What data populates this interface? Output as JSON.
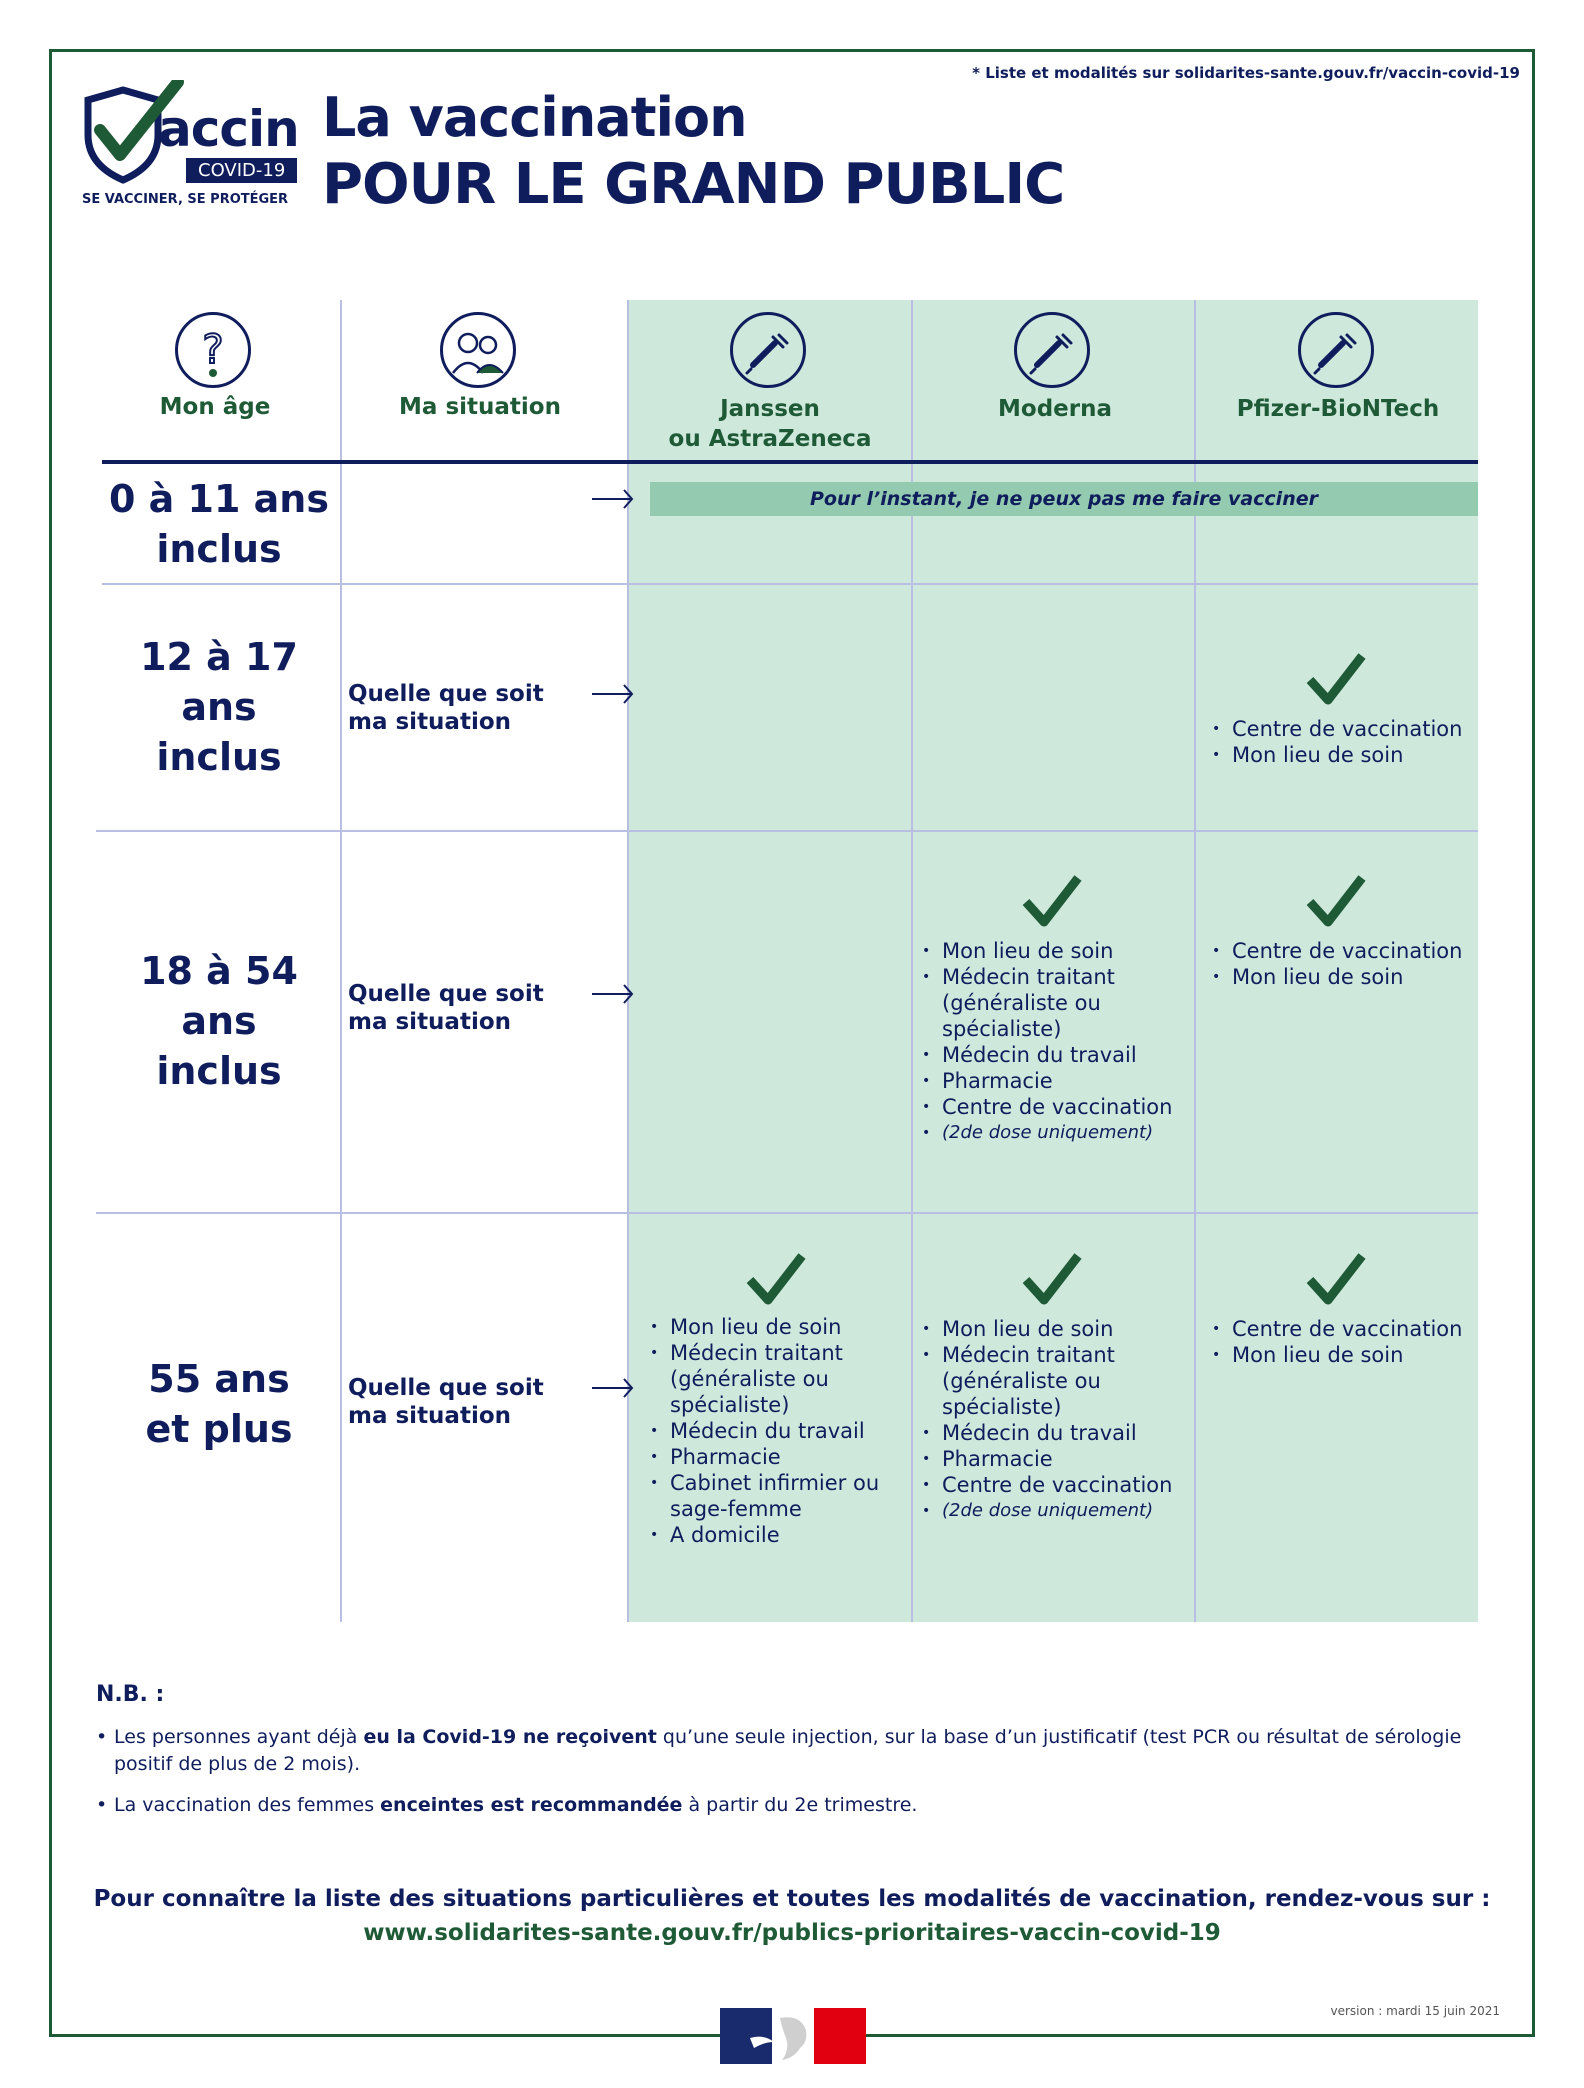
{
  "top_note": "* Liste et modalités sur solidarites-sante.gouv.fr/vaccin-covid-19",
  "logo": {
    "word": "accin",
    "badge": "COVID-19",
    "tagline": "SE VACCINER, SE PROTÉGER"
  },
  "title": {
    "line1": "La vaccination",
    "line2": "POUR LE GRAND PUBLIC"
  },
  "headers": {
    "age": "Mon âge",
    "situation": "Ma situation",
    "janssen_line1": "Janssen",
    "janssen_line2": "ou AstraZeneca",
    "moderna": "Moderna",
    "pfizer": "Pfizer-BioNTech"
  },
  "rows": [
    {
      "age_line1": "0 à 11 ans",
      "age_line2": "inclus",
      "banner": "Pour l’instant, je ne peux pas me faire vacciner"
    },
    {
      "age_line1": "12 à 17",
      "age_line2": "ans",
      "age_line3": "inclus",
      "sit_line1": "Quelle que soit",
      "sit_line2": "ma situation",
      "pfizer": [
        "Centre de vaccination",
        "Mon lieu de soin"
      ]
    },
    {
      "age_line1": "18 à 54",
      "age_line2": "ans",
      "age_line3": "inclus",
      "sit_line1": "Quelle que soit",
      "sit_line2": "ma situation",
      "moderna": [
        "Mon lieu de soin",
        "Médecin traitant (généraliste ou spécialiste)",
        "Médecin du travail",
        "Pharmacie",
        "Centre de vaccination"
      ],
      "moderna_note": "(2de dose uniquement)",
      "pfizer": [
        "Centre de vaccination",
        "Mon lieu de soin"
      ]
    },
    {
      "age_line1": "55 ans",
      "age_line2": "et plus",
      "sit_line1": "Quelle que soit",
      "sit_line2": "ma situation",
      "janssen": [
        "Mon lieu de soin",
        "Médecin traitant (généraliste ou spécialiste)",
        "Médecin du travail",
        "Pharmacie",
        "Cabinet infirmier ou sage-femme",
        "A domicile"
      ],
      "moderna": [
        "Mon lieu de soin",
        "Médecin traitant (généraliste ou spécialiste)",
        "Médecin du travail",
        "Pharmacie",
        "Centre de vaccination"
      ],
      "moderna_note": "(2de dose uniquement)",
      "pfizer": [
        "Centre de vaccination",
        "Mon lieu de soin"
      ]
    }
  ],
  "nb": {
    "title": "N.B. :",
    "item1_a": "Les personnes ayant déjà ",
    "item1_b": "eu la Covid-19 ne reçoivent",
    "item1_c": " qu’une seule injection, sur la base d’un justificatif (test PCR ou résultat de sérologie positif de plus de 2 mois).",
    "item2_a": "La vaccination des femmes ",
    "item2_b": "enceintes est recommandée",
    "item2_c": " à partir du 2e trimestre."
  },
  "footer": {
    "line1": "Pour connaître la liste des situations particulières et toutes les modalités de vaccination, rendez-vous sur :",
    "url": "www.solidarites-sante.gouv.fr/publics-prioritaires-vaccin-covid-19"
  },
  "version": "version : mardi 15 juin 2021",
  "colors": {
    "navy": "#0f1d5c",
    "green": "#1e5a36",
    "mint": "#cfe8dc",
    "banner": "#94cbb0"
  }
}
